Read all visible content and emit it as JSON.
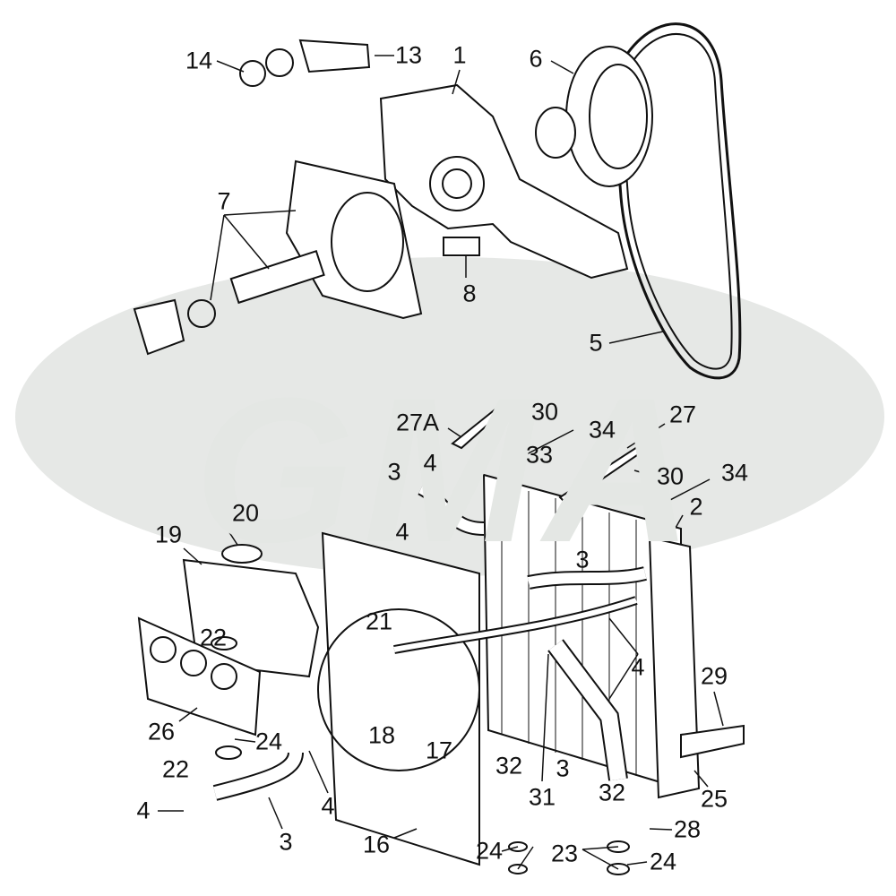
{
  "watermark": {
    "text": "GMA",
    "color": "#e6e8e6"
  },
  "labels": [
    {
      "id": "p14",
      "text": "14"
    },
    {
      "id": "p13",
      "text": "13"
    },
    {
      "id": "p1",
      "text": "1"
    },
    {
      "id": "p6",
      "text": "6"
    },
    {
      "id": "p7",
      "text": "7"
    },
    {
      "id": "p8",
      "text": "8"
    },
    {
      "id": "p5",
      "text": "5"
    },
    {
      "id": "p27a",
      "text": "27A"
    },
    {
      "id": "p30a",
      "text": "30"
    },
    {
      "id": "p34a",
      "text": "34"
    },
    {
      "id": "p27",
      "text": "27"
    },
    {
      "id": "p33",
      "text": "33"
    },
    {
      "id": "p4a",
      "text": "4"
    },
    {
      "id": "p3a",
      "text": "3"
    },
    {
      "id": "p30b",
      "text": "30"
    },
    {
      "id": "p34b",
      "text": "34"
    },
    {
      "id": "p20",
      "text": "20"
    },
    {
      "id": "p19",
      "text": "19"
    },
    {
      "id": "p2",
      "text": "2"
    },
    {
      "id": "p4b",
      "text": "4"
    },
    {
      "id": "p3b",
      "text": "3"
    },
    {
      "id": "p21",
      "text": "21"
    },
    {
      "id": "p22a",
      "text": "22"
    },
    {
      "id": "p4c",
      "text": "4"
    },
    {
      "id": "p29",
      "text": "29"
    },
    {
      "id": "p26",
      "text": "26"
    },
    {
      "id": "p24a",
      "text": "24"
    },
    {
      "id": "p18",
      "text": "18"
    },
    {
      "id": "p17",
      "text": "17"
    },
    {
      "id": "p32a",
      "text": "32"
    },
    {
      "id": "p22b",
      "text": "22"
    },
    {
      "id": "p3c",
      "text": "3"
    },
    {
      "id": "p31",
      "text": "31"
    },
    {
      "id": "p25",
      "text": "25"
    },
    {
      "id": "p32b",
      "text": "32"
    },
    {
      "id": "p4d",
      "text": "4"
    },
    {
      "id": "p4e",
      "text": "4"
    },
    {
      "id": "p28",
      "text": "28"
    },
    {
      "id": "p3d",
      "text": "3"
    },
    {
      "id": "p16",
      "text": "16"
    },
    {
      "id": "p24b",
      "text": "24"
    },
    {
      "id": "p23",
      "text": "23"
    },
    {
      "id": "p24c",
      "text": "24"
    }
  ]
}
